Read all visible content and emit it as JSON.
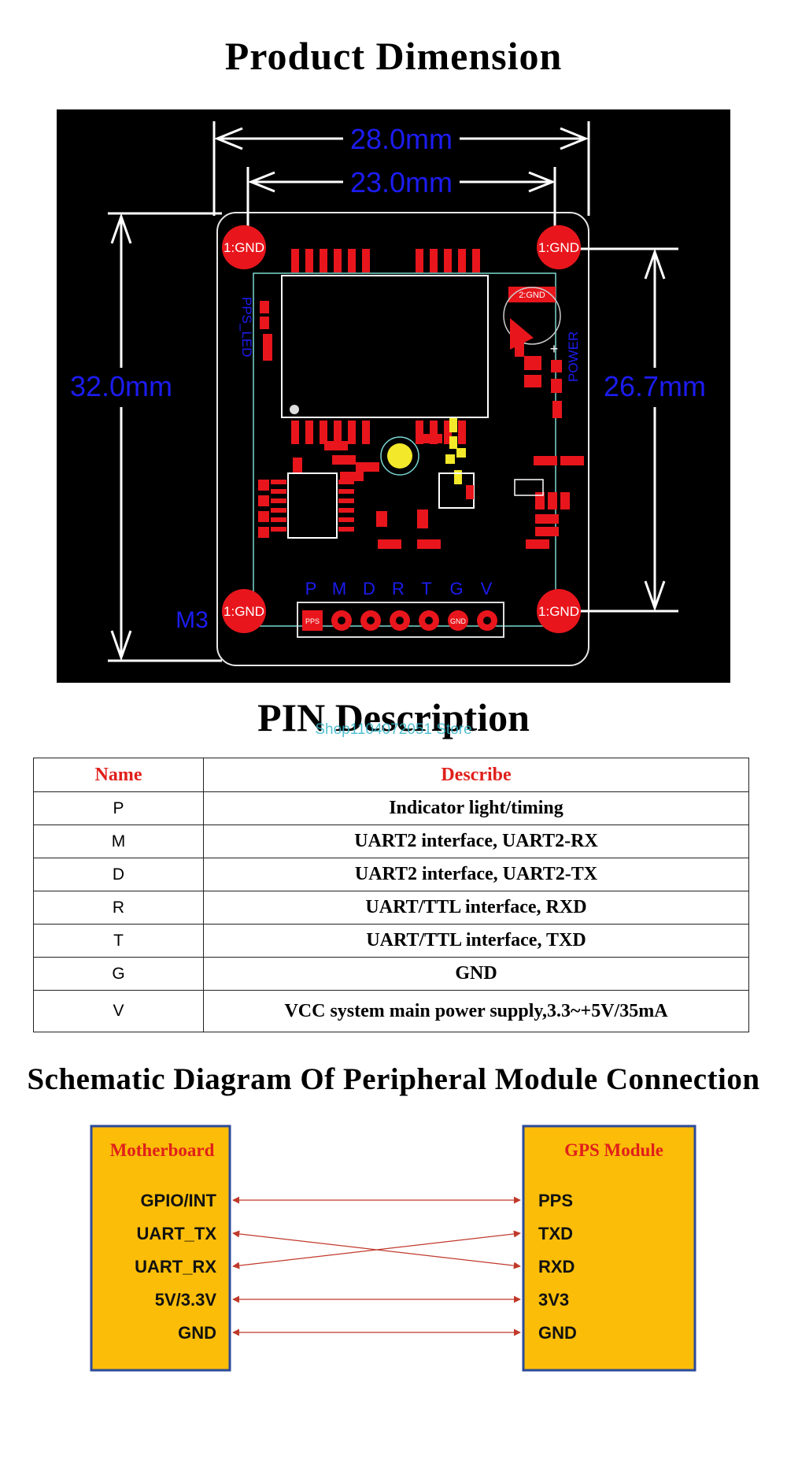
{
  "titles": {
    "dimension": "Product Dimension",
    "pin": "PIN Description",
    "schematic": "Schematic Diagram Of Peripheral Module Connection"
  },
  "watermark": "Shop1104072051 Store",
  "dimensions": {
    "outer_width": "28.0mm",
    "hole_spacing_x": "23.0mm",
    "outer_height": "32.0mm",
    "hole_spacing_y": "26.7mm"
  },
  "pcb": {
    "hole_label": "1:GND",
    "gnd2_label": "2:GND",
    "pps_led_label": "PPS_LED",
    "power_label": "POWER",
    "mount_label": "M3",
    "plus_sign": "+",
    "pin_letters": [
      "P",
      "M",
      "D",
      "R",
      "T",
      "G",
      "V"
    ],
    "pad_pps_label": "PPS",
    "pad_gnd_label": "GND",
    "colors": {
      "board_bg": "#000000",
      "pad": "#e8161c",
      "dim_text": "#1c1cf0",
      "silk": "#ffffff",
      "outline": "#7ad7d0"
    }
  },
  "pin_table": {
    "headers": [
      "Name",
      "Describe"
    ],
    "rows": [
      {
        "name": "P",
        "describe": "Indicator light/timing"
      },
      {
        "name": "M",
        "describe": "UART2 interface, UART2-RX"
      },
      {
        "name": "D",
        "describe": "UART2 interface, UART2-TX"
      },
      {
        "name": "R",
        "describe": "UART/TTL interface, RXD"
      },
      {
        "name": "T",
        "describe": "UART/TTL interface, TXD"
      },
      {
        "name": "G",
        "describe": "GND"
      },
      {
        "name": "V",
        "describe": "VCC system main power supply,3.3~+5V/35mA"
      }
    ],
    "header_color": "#e0201b"
  },
  "connection": {
    "left_box": {
      "title": "Motherboard",
      "pins": [
        "GPIO/INT",
        "UART_TX",
        "UART_RX",
        "5V/3.3V",
        "GND"
      ]
    },
    "right_box": {
      "title": "GPS Module",
      "pins": [
        "PPS",
        "TXD",
        "RXD",
        "3V3",
        "GND"
      ]
    },
    "links": [
      [
        0,
        0
      ],
      [
        1,
        2
      ],
      [
        2,
        1
      ],
      [
        3,
        3
      ],
      [
        4,
        4
      ]
    ],
    "colors": {
      "box_fill": "#fbbd08",
      "box_border": "#2c4a9a",
      "title": "#e0201b",
      "line": "#c0392b"
    }
  }
}
